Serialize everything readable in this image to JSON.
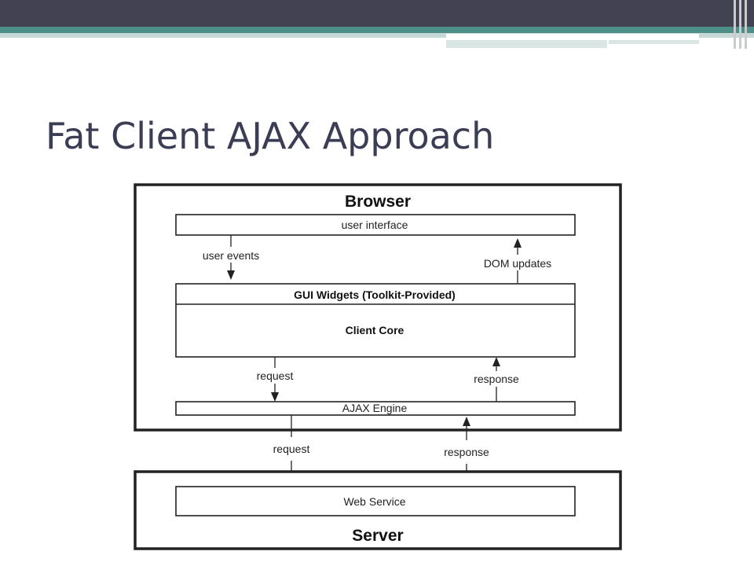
{
  "slide": {
    "title": "Fat Client AJAX Approach"
  },
  "diagram": {
    "browser": {
      "label": "Browser",
      "user_interface": "user interface",
      "gui_widgets": "GUI Widgets (Toolkit-Provided)",
      "client_core": "Client Core",
      "ajax_engine": "AJAX Engine"
    },
    "server": {
      "label": "Server",
      "web_service": "Web Service"
    },
    "edges": {
      "user_events": "user events",
      "dom_updates": "DOM updates",
      "inner_request": "request",
      "inner_response": "response",
      "outer_request": "request",
      "outer_response": "response"
    }
  }
}
